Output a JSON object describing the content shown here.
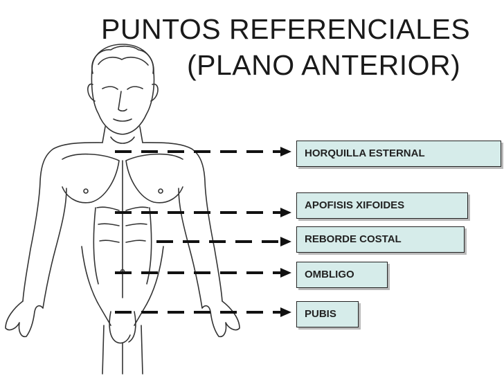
{
  "title": {
    "line1": "PUNTOS REFERENCIALES",
    "line2": "(PLANO ANTERIOR)"
  },
  "labels": [
    {
      "id": "horquilla",
      "text": "HORQUILLA ESTERNAL"
    },
    {
      "id": "apofisis",
      "text": "APOFISIS XIFOIDES"
    },
    {
      "id": "reborde",
      "text": "REBORDE COSTAL"
    },
    {
      "id": "ombligo",
      "text": "OMBLIGO"
    },
    {
      "id": "pubis",
      "text": "PUBIS"
    }
  ],
  "colors": {
    "label_fill": "#d6ecea",
    "arrow": "#111111",
    "sketch": "#333333"
  }
}
